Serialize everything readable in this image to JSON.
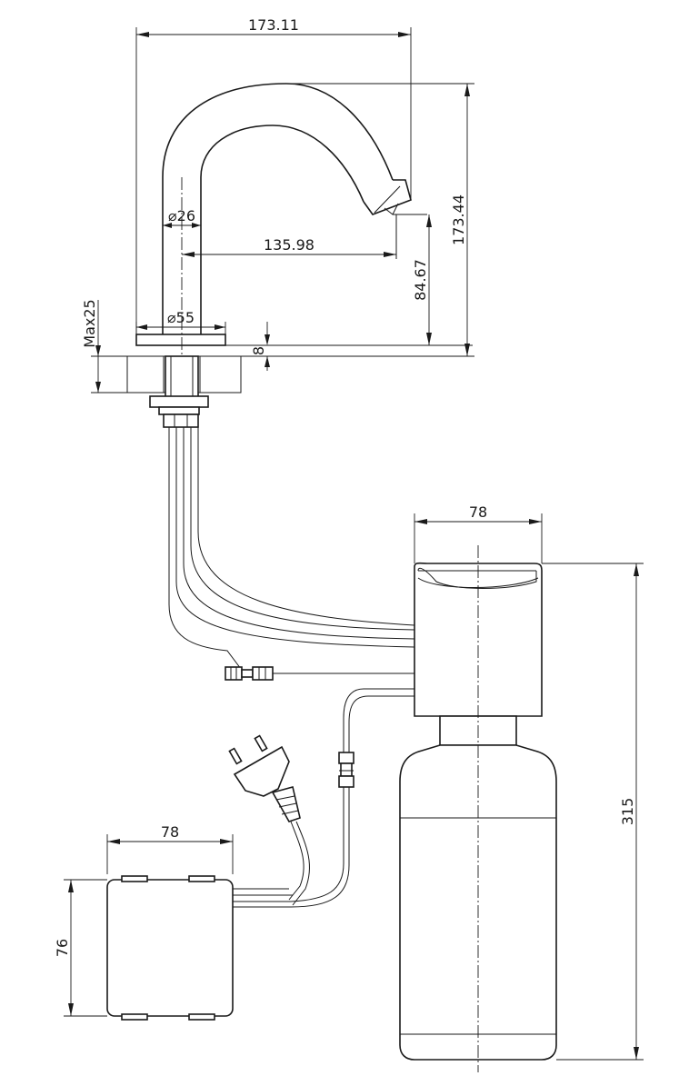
{
  "dimensions": {
    "faucet_width": "173.11",
    "faucet_height": "173.44",
    "inner_diameter": "⌀26",
    "reach": "135.98",
    "spout_height": "84.67",
    "base_diameter": "⌀55",
    "base_thickness": "8",
    "max_deck": "Max25",
    "control_box_width": "78",
    "unit_height": "315",
    "adapter_width": "78",
    "adapter_height": "76"
  }
}
